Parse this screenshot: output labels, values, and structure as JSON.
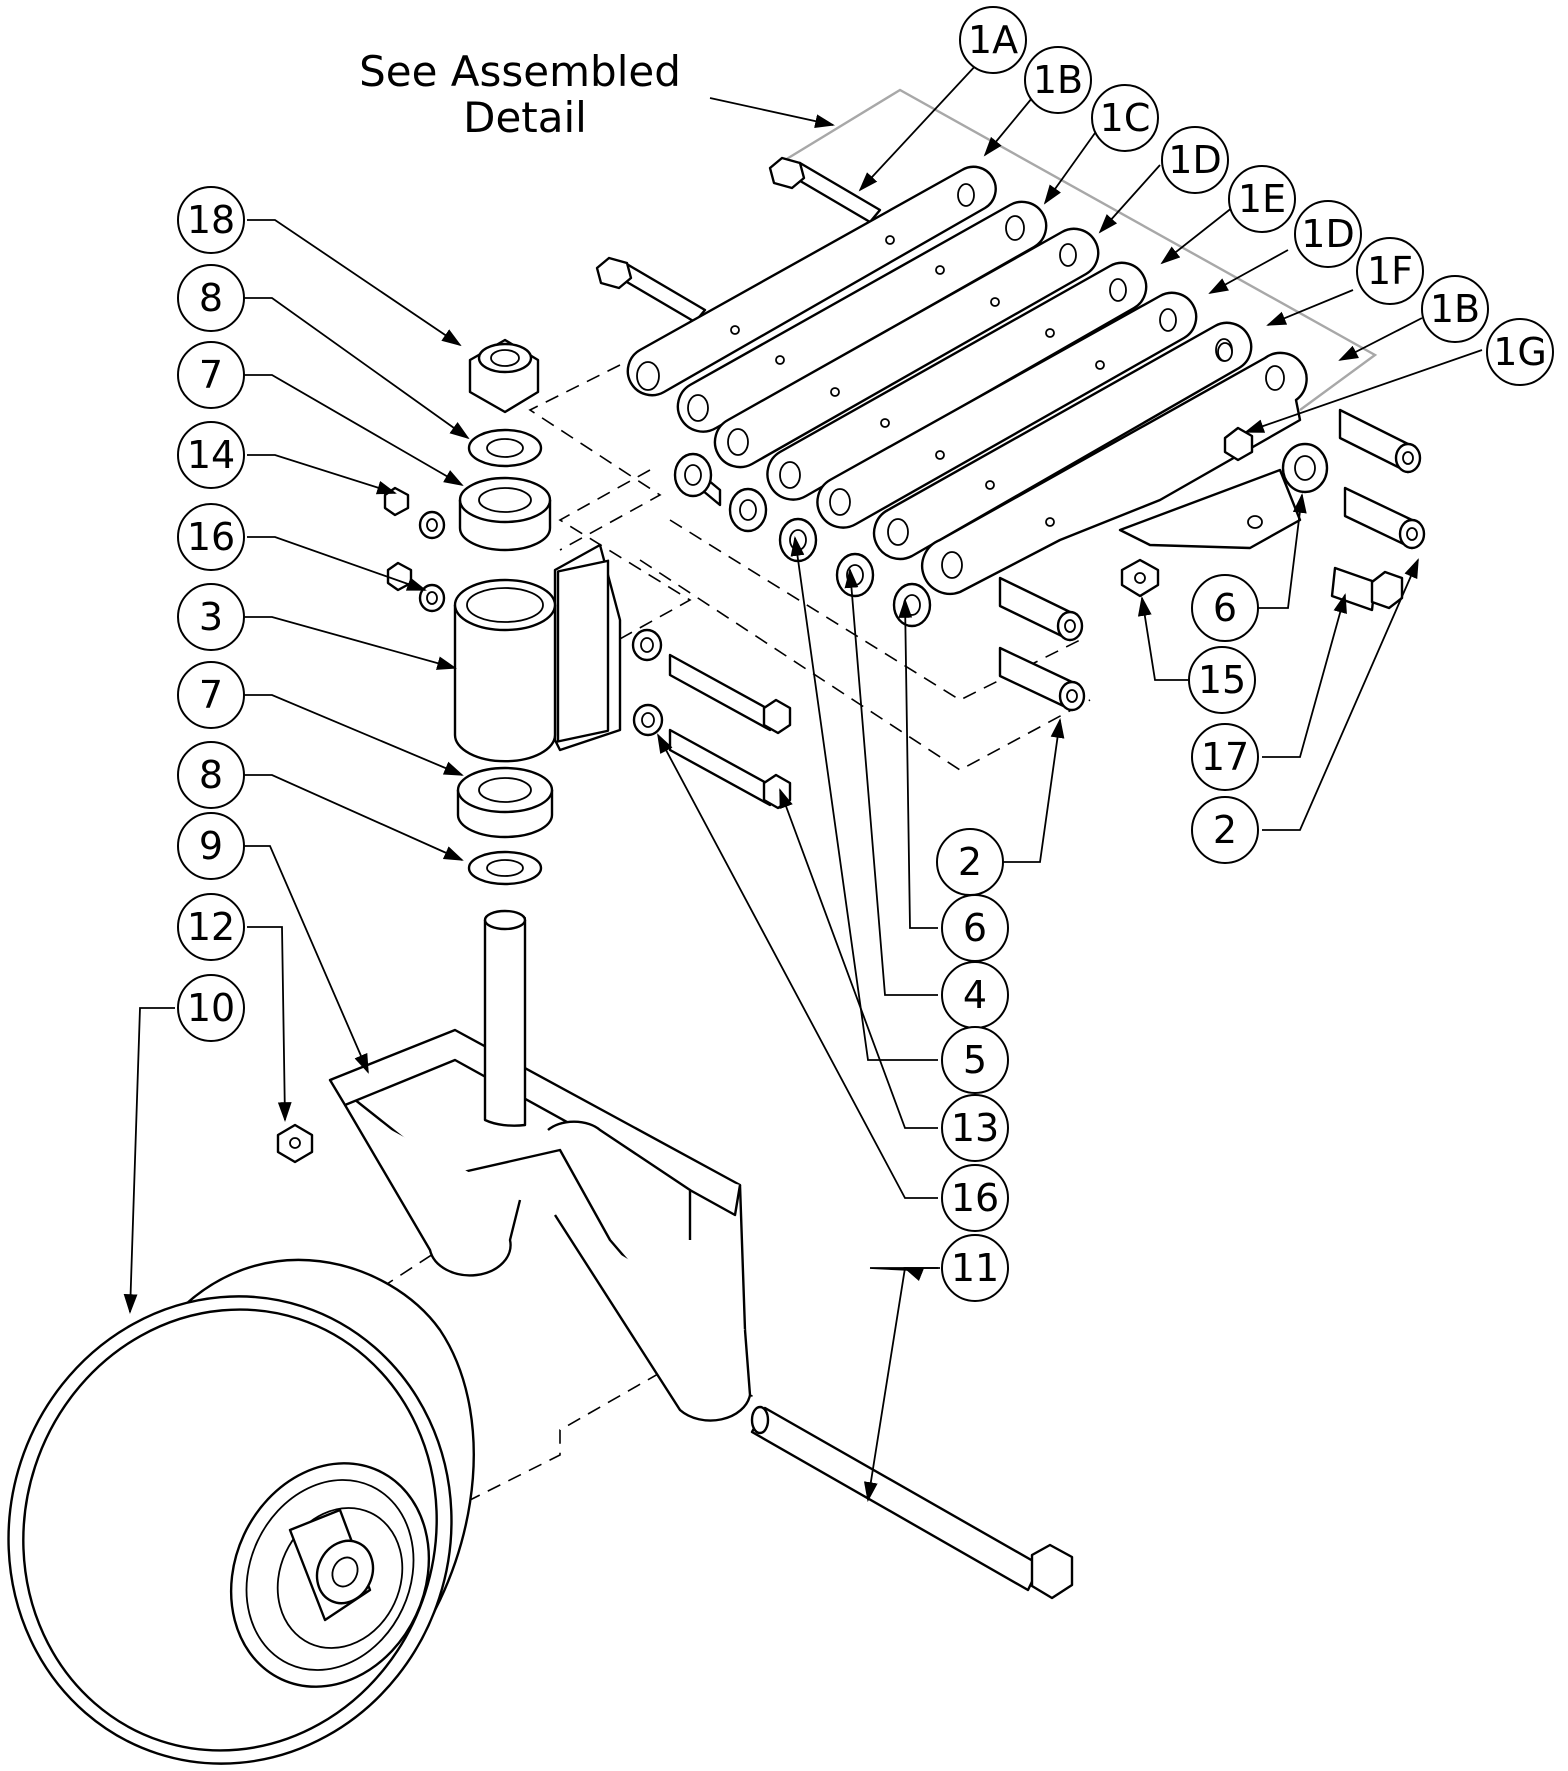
{
  "note": {
    "line1": "See Assembled",
    "line2": "Detail"
  },
  "callouts": {
    "c1A": "1A",
    "c1B_top": "1B",
    "c1C": "1C",
    "c1D_top": "1D",
    "c1E": "1E",
    "c1D_mid": "1D",
    "c1F": "1F",
    "c1B_right": "1B",
    "c1G": "1G",
    "c18": "18",
    "c8_top": "8",
    "c7_top": "7",
    "c14": "14",
    "c16_top": "16",
    "c3": "3",
    "c7_bot": "7",
    "c8_bot": "8",
    "c9": "9",
    "c12": "12",
    "c10": "10",
    "c6_right": "6",
    "c15": "15",
    "c17": "17",
    "c2_right": "2",
    "c2_mid": "2",
    "c6_mid": "6",
    "c4": "4",
    "c5": "5",
    "c13": "13",
    "c16_bot": "16",
    "c11": "11"
  }
}
